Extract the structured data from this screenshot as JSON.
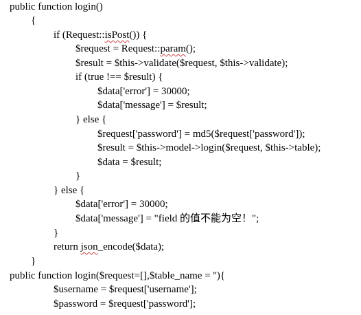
{
  "code_lines": [
    {
      "text": "public function login()"
    },
    {
      "text": "{"
    },
    {
      "pre": "if (Request::",
      "marked": "isPost",
      "post": "()) {"
    },
    {
      "pre": "$request = Request::",
      "marked": "param",
      "post": "();"
    },
    {
      "text": "$result = $this->validate($request, $this->validate);"
    },
    {
      "text": "if (true !== $result) {"
    },
    {
      "text": "$data['error'] = 30000;"
    },
    {
      "text": "$data['message'] = $result;"
    },
    {
      "text": "} else {"
    },
    {
      "text": "$request['password'] = md5($request['password']);"
    },
    {
      "text": "$result = $this->model->login($request, $this->table);"
    },
    {
      "text": "$data = $result;"
    },
    {
      "text": "}"
    },
    {
      "text": "} else {"
    },
    {
      "text": "$data['error'] = 30000;"
    },
    {
      "text": "$data['message'] = \"field 的值不能为空！\";"
    },
    {
      "text": "}"
    },
    {
      "pre": "return ",
      "marked": "json",
      "post": "_encode($data);"
    },
    {
      "text": "}"
    },
    {
      "text": "public function login($request=[],$table_name = ''){"
    },
    {
      "text": "$username = $request['username'];"
    },
    {
      "text": "$password = $request['password'];"
    }
  ]
}
